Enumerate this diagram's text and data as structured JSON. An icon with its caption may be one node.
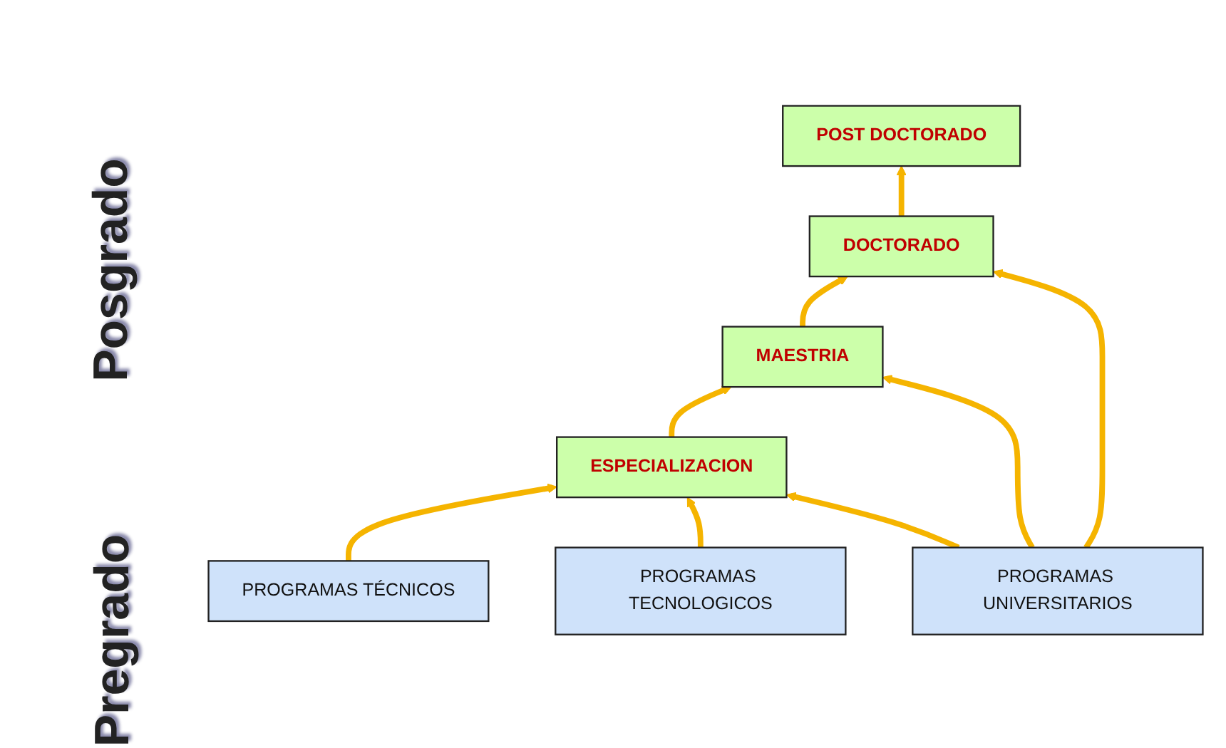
{
  "diagram": {
    "nodes": [
      {
        "text": [
          "POST DOCTORADO"
        ]
      },
      {
        "text": [
          "DOCTORADO"
        ]
      },
      {
        "text": [
          "MAESTRIA"
        ]
      },
      {
        "text": [
          "ESPECIALIZACION"
        ]
      },
      {
        "text": [
          "PROGRAMAS TÉCNICOS"
        ]
      },
      {
        "text": [
          "PROGRAMAS TECNOLOGICOS"
        ]
      },
      {
        "text": [
          "PROGRAMAS UNIVERSITARIOS"
        ]
      }
    ],
    "edges": [
      {
        "from": 1,
        "to": 0,
        "arrow": "to"
      },
      {
        "from": 2,
        "to": 1,
        "arrow": "to"
      },
      {
        "from": 3,
        "to": 2,
        "arrow": "to"
      },
      {
        "from": 4,
        "to": 3,
        "arrow": "to"
      },
      {
        "from": 5,
        "to": 3,
        "arrow": "to"
      },
      {
        "from": 6,
        "to": 3,
        "arrow": "to"
      },
      {
        "from": 6,
        "to": 2,
        "arrow": "to"
      },
      {
        "from": 6,
        "to": 1,
        "arrow": "to"
      }
    ],
    "labels": [
      "Posgrado",
      "Pregrado"
    ]
  }
}
